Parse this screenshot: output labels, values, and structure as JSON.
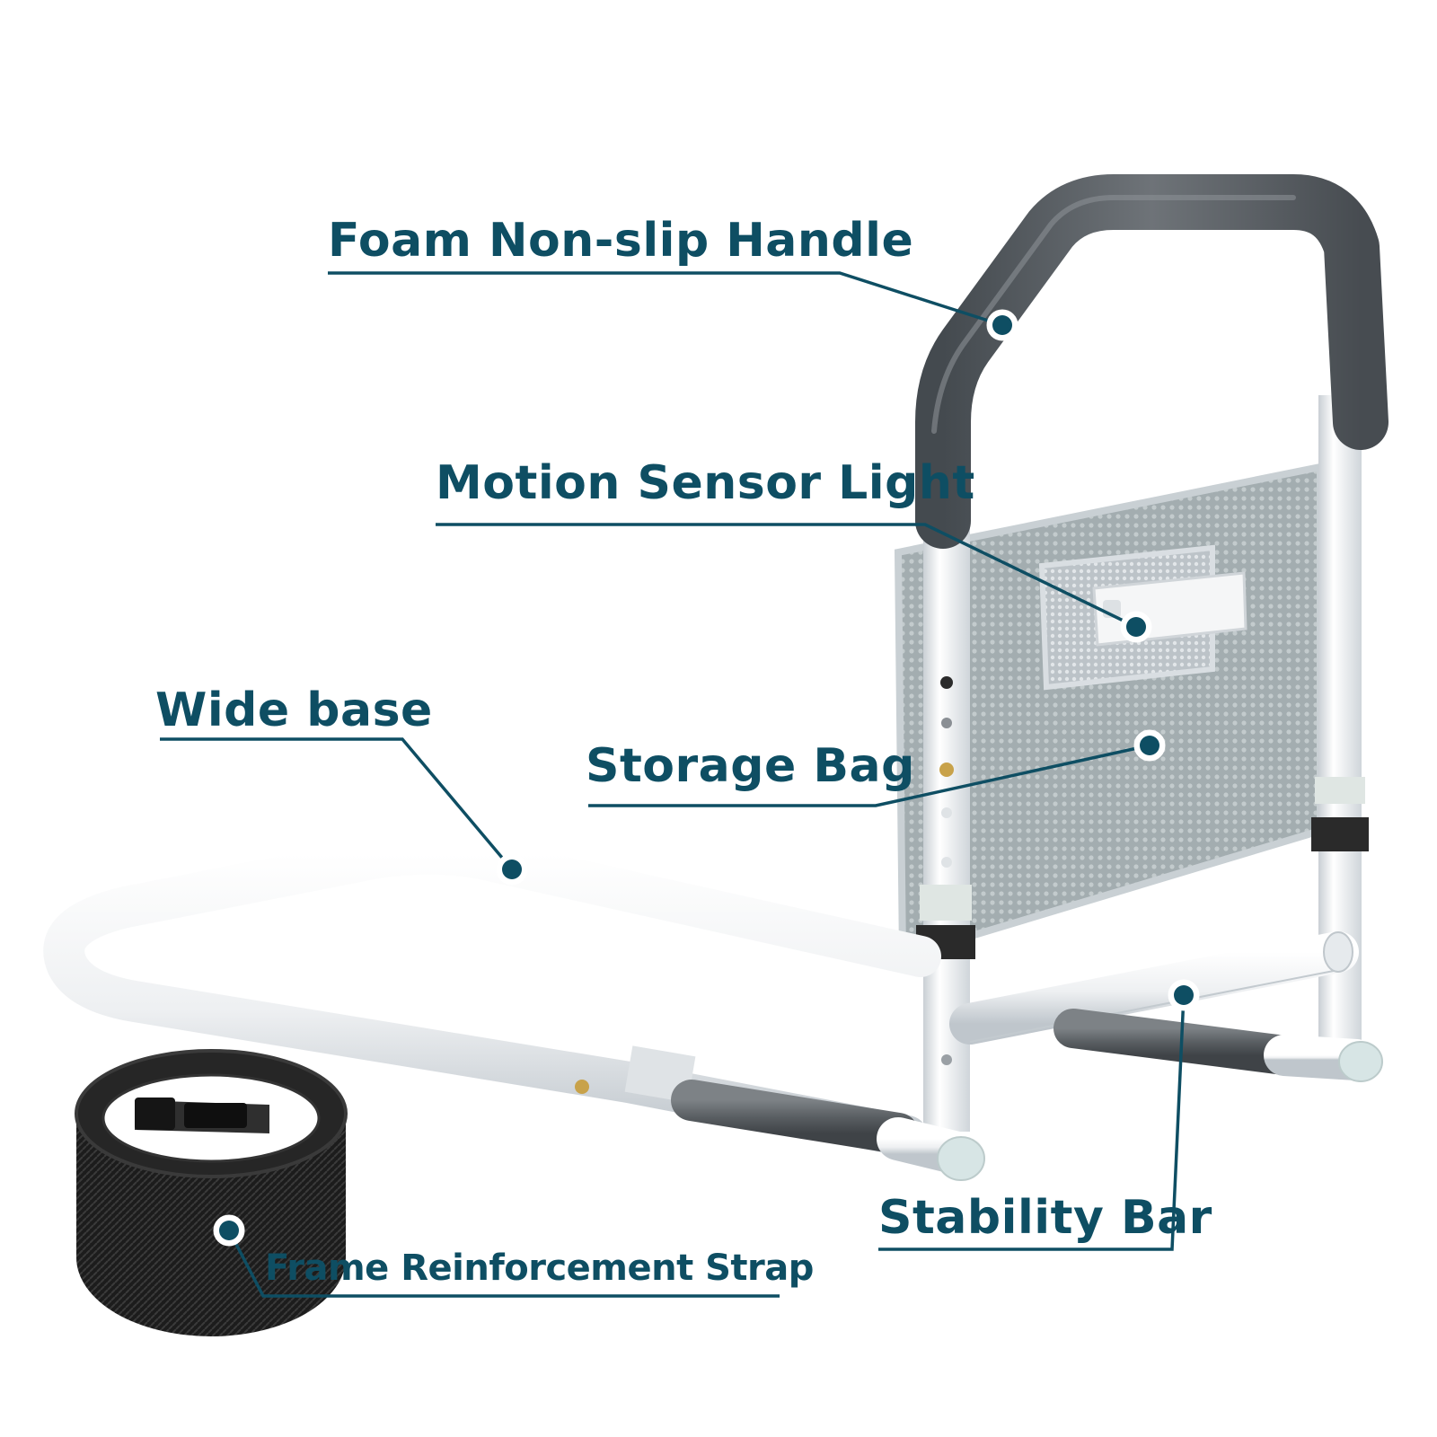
{
  "colors": {
    "accent": "#0e4e63",
    "frame_white": "#f1f3f5",
    "frame_shadow": "#b9c0c7",
    "foam_gray": "#5b5f63",
    "mesh_gray": "#a9b3b6",
    "strap_black": "#1d1d1d"
  },
  "icons": {
    "callout_marker": "callout-dot-icon"
  },
  "callouts": [
    {
      "id": "handle",
      "label": "Foam Non-slip Handle"
    },
    {
      "id": "light",
      "label": "Motion Sensor Light"
    },
    {
      "id": "base",
      "label": "Wide base"
    },
    {
      "id": "bag",
      "label": "Storage Bag"
    },
    {
      "id": "stability",
      "label": "Stability Bar"
    },
    {
      "id": "strap",
      "label": "Frame Reinforcement Strap"
    }
  ]
}
